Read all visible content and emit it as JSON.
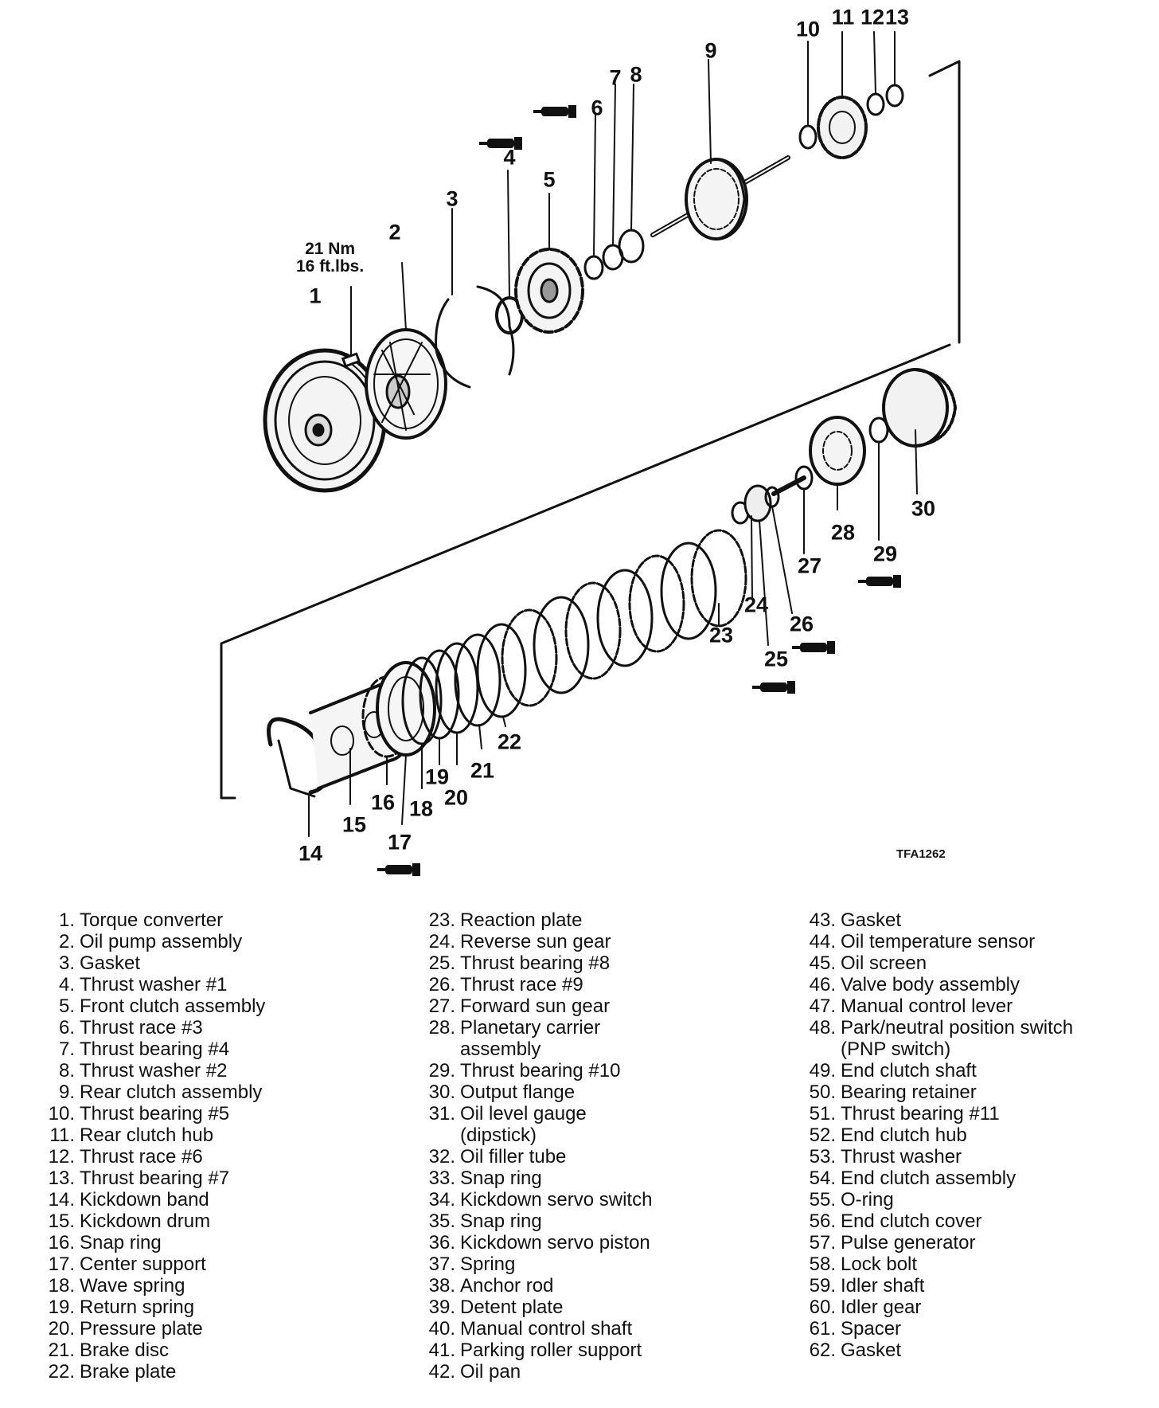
{
  "diagram_id": "TFA1262",
  "torque_spec": {
    "nm": "21 Nm",
    "ftlbs": "16 ft.lbs."
  },
  "callouts": [
    "1",
    "2",
    "3",
    "4",
    "5",
    "6",
    "7",
    "8",
    "9",
    "10",
    "11",
    "12",
    "13",
    "14",
    "15",
    "16",
    "17",
    "18",
    "19",
    "20",
    "21",
    "22",
    "23",
    "24",
    "25",
    "26",
    "27",
    "28",
    "29",
    "30"
  ],
  "legend": [
    [
      "1.",
      "Torque converter"
    ],
    [
      "2.",
      "Oil pump assembly"
    ],
    [
      "3.",
      "Gasket"
    ],
    [
      "4.",
      "Thrust washer #1"
    ],
    [
      "5.",
      "Front clutch assembly"
    ],
    [
      "6.",
      "Thrust race #3"
    ],
    [
      "7.",
      "Thrust bearing #4"
    ],
    [
      "8.",
      "Thrust washer #2"
    ],
    [
      "9.",
      "Rear clutch assembly"
    ],
    [
      "10.",
      "Thrust bearing #5"
    ],
    [
      "11.",
      "Rear clutch hub"
    ],
    [
      "12.",
      "Thrust race #6"
    ],
    [
      "13.",
      "Thrust bearing #7"
    ],
    [
      "14.",
      "Kickdown band"
    ],
    [
      "15.",
      "Kickdown drum"
    ],
    [
      "16.",
      "Snap ring"
    ],
    [
      "17.",
      "Center support"
    ],
    [
      "18.",
      "Wave spring"
    ],
    [
      "19.",
      "Return spring"
    ],
    [
      "20.",
      "Pressure plate"
    ],
    [
      "21.",
      "Brake disc"
    ],
    [
      "22.",
      "Brake plate"
    ],
    [
      "23.",
      "Reaction plate"
    ],
    [
      "24.",
      "Reverse sun gear"
    ],
    [
      "25.",
      "Thrust bearing #8"
    ],
    [
      "26.",
      "Thrust race #9"
    ],
    [
      "27.",
      "Forward sun gear"
    ],
    [
      "28.",
      "Planetary carrier",
      "assembly"
    ],
    [
      "29.",
      "Thrust bearing #10"
    ],
    [
      "30.",
      "Output flange"
    ],
    [
      "31.",
      "Oil level gauge",
      "(dipstick)"
    ],
    [
      "32.",
      "Oil filler tube"
    ],
    [
      "33.",
      "Snap ring"
    ],
    [
      "34.",
      "Kickdown servo switch"
    ],
    [
      "35.",
      "Snap ring"
    ],
    [
      "36.",
      "Kickdown servo piston"
    ],
    [
      "37.",
      "Spring"
    ],
    [
      "38.",
      "Anchor rod"
    ],
    [
      "39.",
      "Detent plate"
    ],
    [
      "40.",
      "Manual control shaft"
    ],
    [
      "41.",
      "Parking roller support"
    ],
    [
      "42.",
      "Oil pan"
    ],
    [
      "43.",
      "Gasket"
    ],
    [
      "44.",
      "Oil temperature sensor"
    ],
    [
      "45.",
      "Oil screen"
    ],
    [
      "46.",
      "Valve body assembly"
    ],
    [
      "47.",
      "Manual control lever"
    ],
    [
      "48.",
      "Park/neutral position switch",
      "(PNP switch)"
    ],
    [
      "49.",
      "End clutch shaft"
    ],
    [
      "50.",
      "Bearing retainer"
    ],
    [
      "51.",
      "Thrust bearing #11"
    ],
    [
      "52.",
      "End clutch hub"
    ],
    [
      "53.",
      "Thrust washer"
    ],
    [
      "54.",
      "End clutch assembly"
    ],
    [
      "55.",
      "O-ring"
    ],
    [
      "56.",
      "End clutch cover"
    ],
    [
      "57.",
      "Pulse generator"
    ],
    [
      "58.",
      "Lock bolt"
    ],
    [
      "59.",
      "Idler shaft"
    ],
    [
      "60.",
      "Idler gear"
    ],
    [
      "61.",
      "Spacer"
    ],
    [
      "62.",
      "Gasket"
    ]
  ]
}
